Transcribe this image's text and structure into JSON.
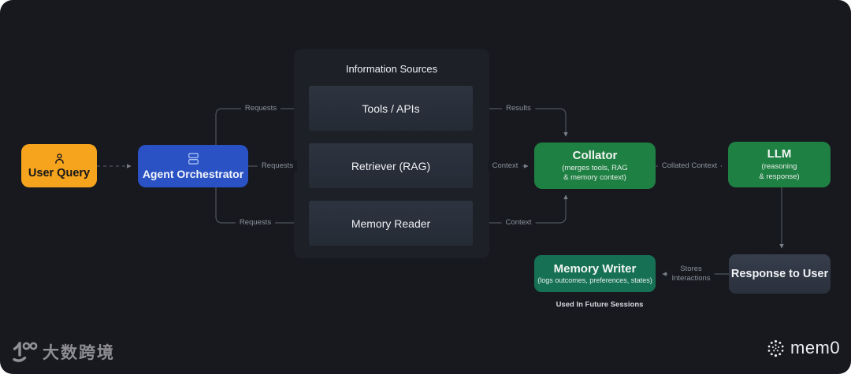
{
  "colors": {
    "background": "#17191f",
    "panel": "#1d2127",
    "source_box": "#2a313c",
    "user_query_orange": "#F6A41E",
    "orchestrator_blue": "#2A52C5",
    "collator_green": "#1F8043",
    "memory_writer_green": "#167154",
    "response_slate": "#343b48",
    "wire_gray": "#51565e",
    "label_gray": "#8d939b"
  },
  "nodes": {
    "user_query": {
      "label": "User Query",
      "icon": "person-icon"
    },
    "agent_orchestrator": {
      "label": "Agent Orchestrator",
      "icon": "server-stack-icon"
    },
    "information_sources": {
      "title": "Information Sources",
      "items": [
        "Tools / APIs",
        "Retriever (RAG)",
        "Memory Reader"
      ]
    },
    "collator": {
      "title": "Collator",
      "subtitle": "(merges tools, RAG\n& memory context)"
    },
    "llm": {
      "title": "LLM",
      "subtitle": "(reasoning\n& response)"
    },
    "memory_writer": {
      "title": "Memory Writer",
      "subtitle": "(logs outcomes, preferences, states)"
    },
    "response_to_user": {
      "label": "Response to User"
    }
  },
  "edges": {
    "requests_top": "Requests",
    "requests_mid": "Requests",
    "requests_bottom": "Requests",
    "results": "Results",
    "context_mid": "Context",
    "context_bottom": "Context",
    "collated_context": "Collated Context",
    "stores_interactions": "Stores\nInteractions"
  },
  "footnote": "Used In Future Sessions",
  "watermark": {
    "text": "大数跨境",
    "logo": "10-100-logo"
  },
  "brand": {
    "name": "mem0",
    "icon": "mem0-dotted-ring-logo"
  }
}
